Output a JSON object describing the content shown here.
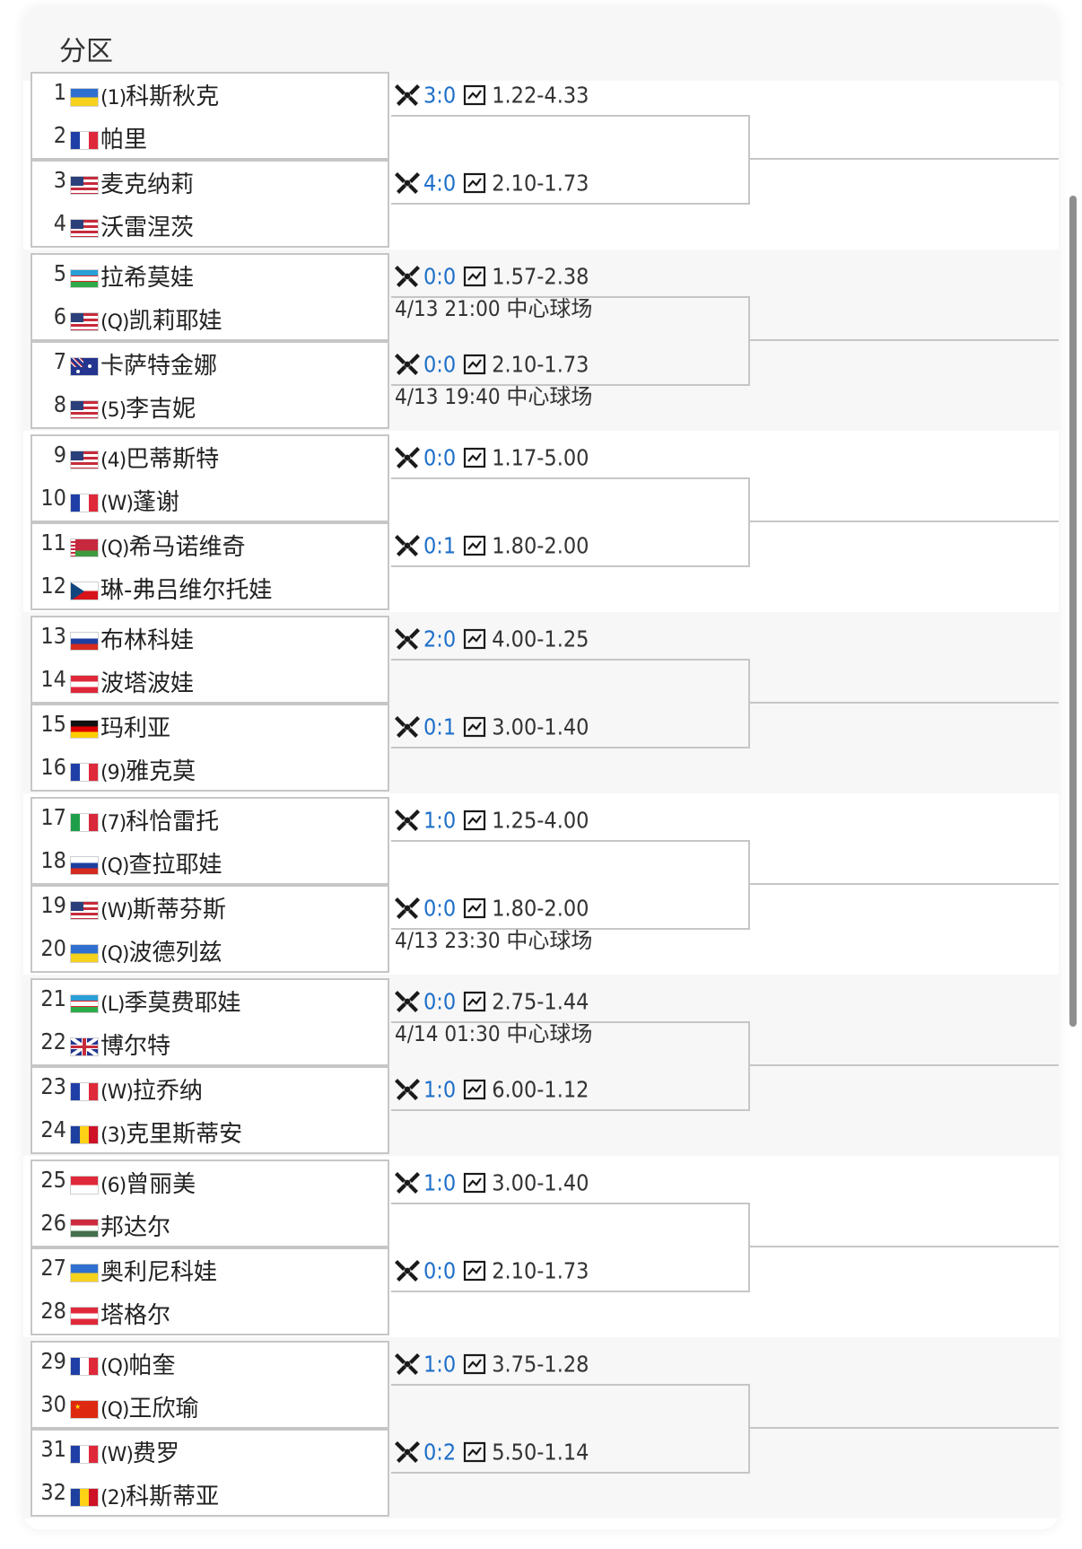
{
  "title": "分区",
  "icons": {
    "match": "crossed-rackets-icon",
    "odds": "line-chart-icon"
  },
  "colors": {
    "score": "#1e6fc9",
    "border": "#c6c6c6",
    "alt_bg": "#f7f7f7"
  },
  "sections": [
    {
      "players": [
        {
          "num": "1",
          "flag": "ua",
          "seed": "(1)",
          "name": "科斯秋克"
        },
        {
          "num": "2",
          "flag": "fr",
          "seed": "",
          "name": "帕里"
        },
        {
          "num": "3",
          "flag": "us",
          "seed": "",
          "name": "麦克纳莉"
        },
        {
          "num": "4",
          "flag": "us",
          "seed": "",
          "name": "沃雷涅茨"
        }
      ],
      "matches": [
        {
          "score": "3:0",
          "odds": "1.22-4.33",
          "schedule": ""
        },
        {
          "score": "4:0",
          "odds": "2.10-1.73",
          "schedule": ""
        }
      ]
    },
    {
      "players": [
        {
          "num": "5",
          "flag": "uz",
          "seed": "",
          "name": "拉希莫娃"
        },
        {
          "num": "6",
          "flag": "us",
          "seed": "(Q)",
          "name": "凯莉耶娃"
        },
        {
          "num": "7",
          "flag": "au",
          "seed": "",
          "name": "卡萨特金娜"
        },
        {
          "num": "8",
          "flag": "us",
          "seed": "(5)",
          "name": "李吉妮"
        }
      ],
      "matches": [
        {
          "score": "0:0",
          "odds": "1.57-2.38",
          "schedule": "4/13 21:00 中心球场"
        },
        {
          "score": "0:0",
          "odds": "2.10-1.73",
          "schedule": "4/13 19:40 中心球场"
        }
      ]
    },
    {
      "players": [
        {
          "num": "9",
          "flag": "us",
          "seed": "(4)",
          "name": "巴蒂斯特"
        },
        {
          "num": "10",
          "flag": "fr",
          "seed": "(W)",
          "name": "蓬谢"
        },
        {
          "num": "11",
          "flag": "by",
          "seed": "(Q)",
          "name": "希马诺维奇"
        },
        {
          "num": "12",
          "flag": "cz",
          "seed": "",
          "name": "琳-弗吕维尔托娃"
        }
      ],
      "matches": [
        {
          "score": "0:0",
          "odds": "1.17-5.00",
          "schedule": ""
        },
        {
          "score": "0:1",
          "odds": "1.80-2.00",
          "schedule": ""
        }
      ]
    },
    {
      "players": [
        {
          "num": "13",
          "flag": "ru",
          "seed": "",
          "name": "布林科娃"
        },
        {
          "num": "14",
          "flag": "at",
          "seed": "",
          "name": "波塔波娃"
        },
        {
          "num": "15",
          "flag": "de",
          "seed": "",
          "name": "玛利亚"
        },
        {
          "num": "16",
          "flag": "fr",
          "seed": "(9)",
          "name": "雅克莫"
        }
      ],
      "matches": [
        {
          "score": "2:0",
          "odds": "4.00-1.25",
          "schedule": ""
        },
        {
          "score": "0:1",
          "odds": "3.00-1.40",
          "schedule": ""
        }
      ]
    },
    {
      "players": [
        {
          "num": "17",
          "flag": "it",
          "seed": "(7)",
          "name": "科恰雷托"
        },
        {
          "num": "18",
          "flag": "ru",
          "seed": "(Q)",
          "name": "查拉耶娃"
        },
        {
          "num": "19",
          "flag": "us",
          "seed": "(W)",
          "name": "斯蒂芬斯"
        },
        {
          "num": "20",
          "flag": "ua",
          "seed": "(Q)",
          "name": "波德列兹"
        }
      ],
      "matches": [
        {
          "score": "1:0",
          "odds": "1.25-4.00",
          "schedule": ""
        },
        {
          "score": "0:0",
          "odds": "1.80-2.00",
          "schedule": "4/13 23:30 中心球场"
        }
      ]
    },
    {
      "players": [
        {
          "num": "21",
          "flag": "uz",
          "seed": "(L)",
          "name": "季莫费耶娃"
        },
        {
          "num": "22",
          "flag": "gb",
          "seed": "",
          "name": "博尔特"
        },
        {
          "num": "23",
          "flag": "fr",
          "seed": "(W)",
          "name": "拉乔纳"
        },
        {
          "num": "24",
          "flag": "ro",
          "seed": "(3)",
          "name": "克里斯蒂安"
        }
      ],
      "matches": [
        {
          "score": "0:0",
          "odds": "2.75-1.44",
          "schedule": "4/14 01:30 中心球场"
        },
        {
          "score": "1:0",
          "odds": "6.00-1.12",
          "schedule": ""
        }
      ]
    },
    {
      "players": [
        {
          "num": "25",
          "flag": "id",
          "seed": "(6)",
          "name": "曾丽美"
        },
        {
          "num": "26",
          "flag": "hu",
          "seed": "",
          "name": "邦达尔"
        },
        {
          "num": "27",
          "flag": "ua",
          "seed": "",
          "name": "奥利尼科娃"
        },
        {
          "num": "28",
          "flag": "at",
          "seed": "",
          "name": "塔格尔"
        }
      ],
      "matches": [
        {
          "score": "1:0",
          "odds": "3.00-1.40",
          "schedule": ""
        },
        {
          "score": "0:0",
          "odds": "2.10-1.73",
          "schedule": ""
        }
      ]
    },
    {
      "players": [
        {
          "num": "29",
          "flag": "fr",
          "seed": "(Q)",
          "name": "帕奎"
        },
        {
          "num": "30",
          "flag": "cn",
          "seed": "(Q)",
          "name": "王欣瑜"
        },
        {
          "num": "31",
          "flag": "fr",
          "seed": "(W)",
          "name": "费罗"
        },
        {
          "num": "32",
          "flag": "ro",
          "seed": "(2)",
          "name": "科斯蒂亚"
        }
      ],
      "matches": [
        {
          "score": "1:0",
          "odds": "3.75-1.28",
          "schedule": ""
        },
        {
          "score": "0:2",
          "odds": "5.50-1.14",
          "schedule": ""
        }
      ]
    }
  ]
}
